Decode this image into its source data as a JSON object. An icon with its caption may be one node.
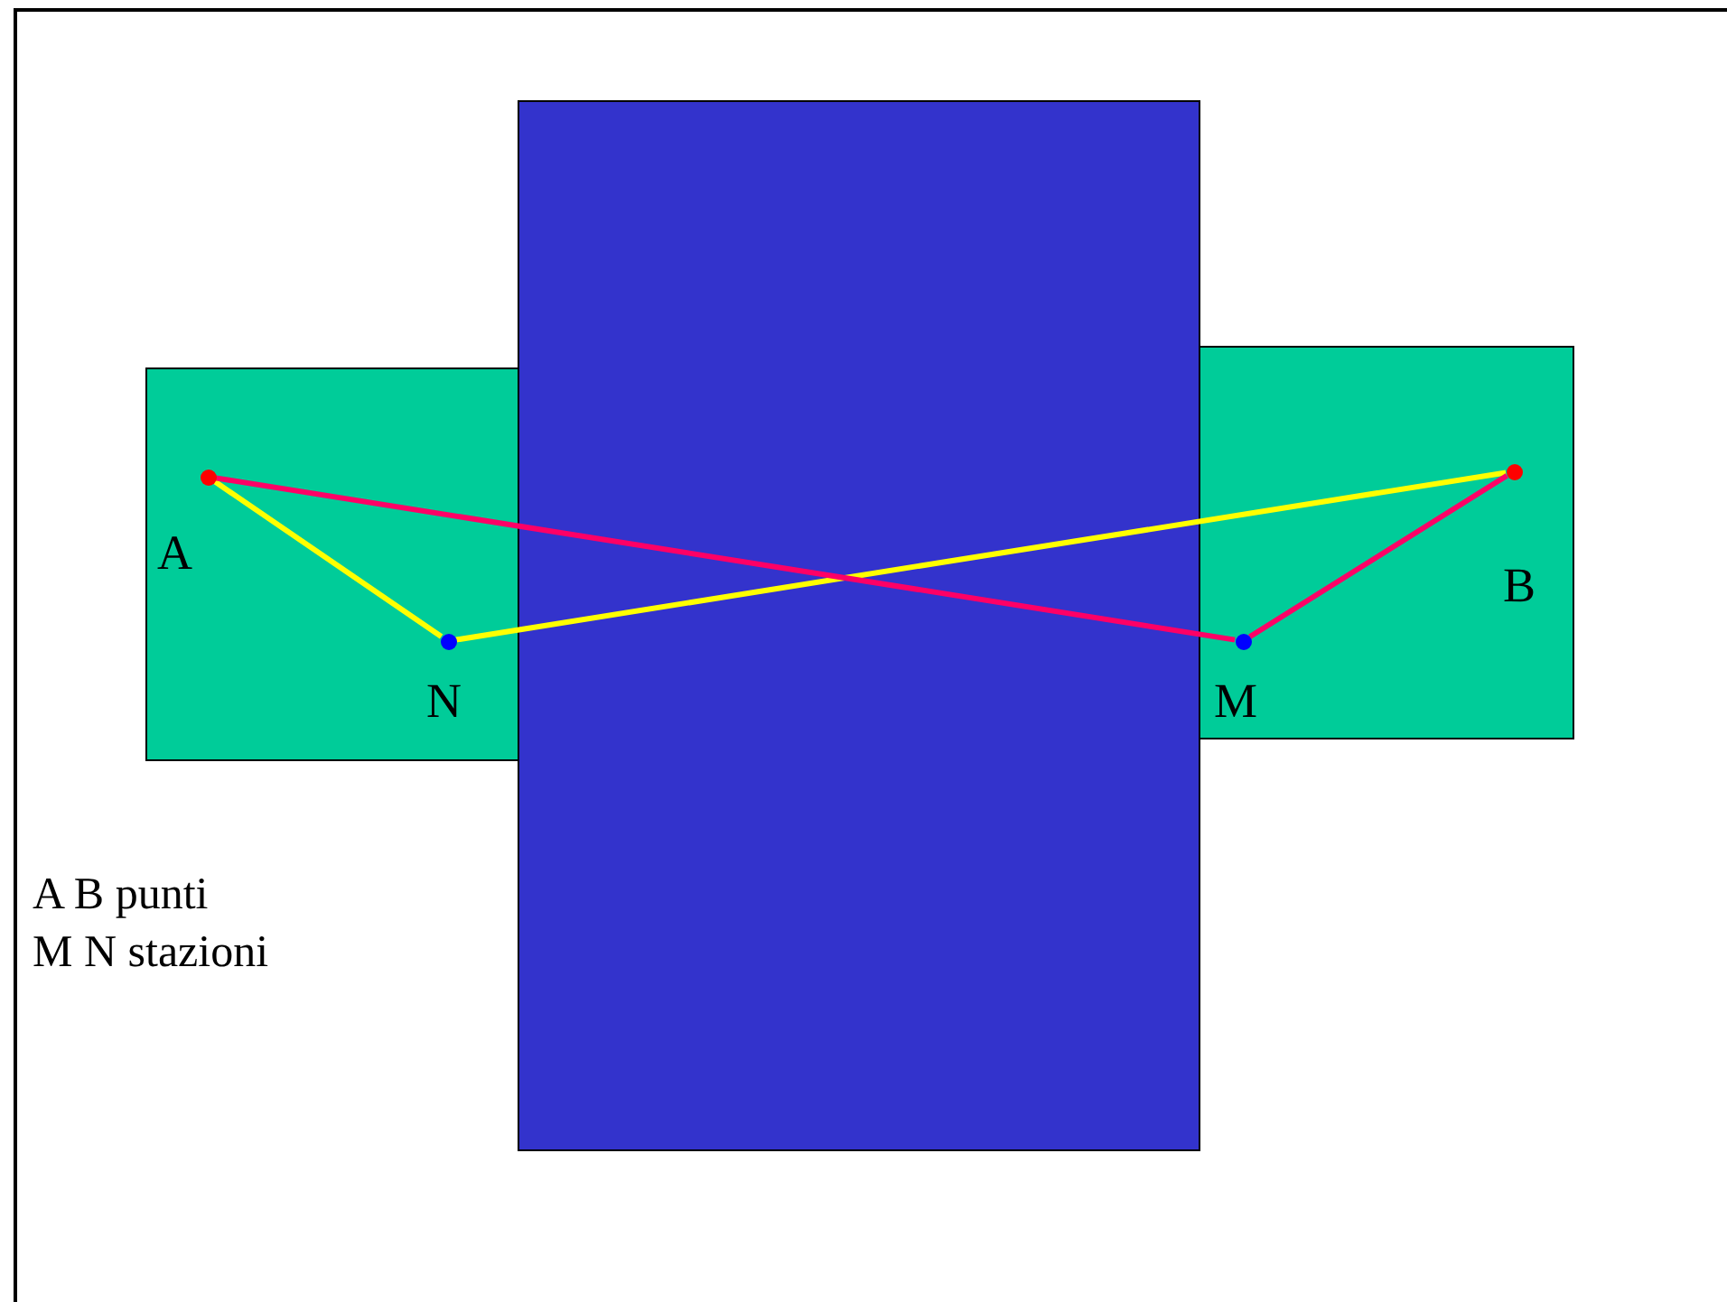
{
  "diagram": {
    "nodes": [
      {
        "text": [],
        "shape": "circle",
        "beside": [
          "A"
        ]
      },
      {
        "text": [],
        "shape": "circle",
        "beside": [
          "N"
        ]
      },
      {
        "text": [],
        "shape": "circle",
        "beside": [
          "M"
        ]
      },
      {
        "text": [],
        "shape": "circle",
        "beside": [
          "B"
        ]
      }
    ],
    "edges": [
      {
        "from": 0,
        "to": 1,
        "arrow": "none",
        "color": "#ffff00"
      },
      {
        "from": 1,
        "to": 3,
        "arrow": "none",
        "color": "#ffff00"
      },
      {
        "from": 0,
        "to": 2,
        "arrow": "none",
        "color": "#ff0066"
      },
      {
        "from": 2,
        "to": 3,
        "arrow": "none",
        "color": "#ff0066"
      }
    ],
    "labels": [
      "A B punti",
      "M N stazioni"
    ]
  }
}
